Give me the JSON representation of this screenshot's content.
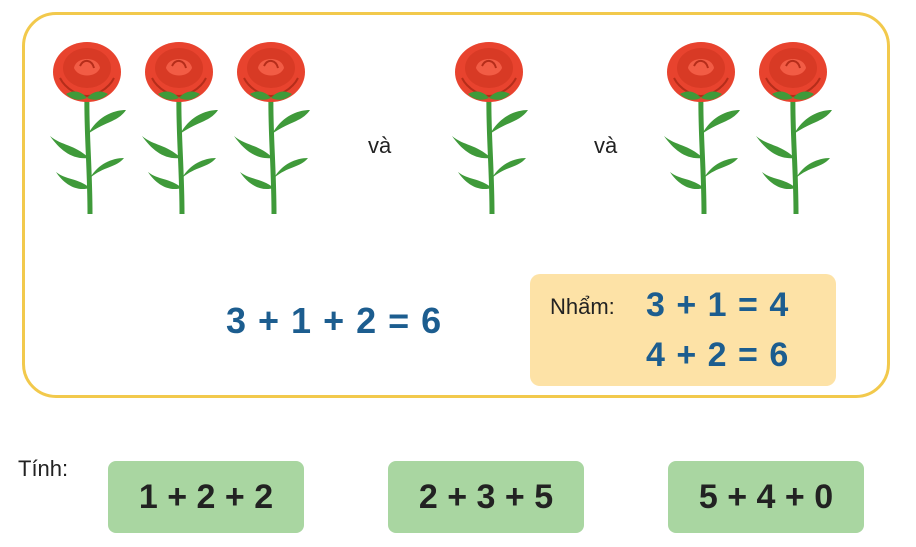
{
  "example": {
    "connector_1": "và",
    "connector_2": "và",
    "equation": "3 + 1 + 2 = 6",
    "mental": {
      "label": "Nhẩm:",
      "step_1": "3 + 1 = 4",
      "step_2": "4 + 2 = 6"
    }
  },
  "rose_groups": [
    3,
    1,
    2
  ],
  "exercise": {
    "label": "Tính:",
    "items": [
      "1 + 2 + 2",
      "2 + 3 + 5",
      "5 + 4 + 0"
    ]
  },
  "colors": {
    "frame_border": "#f2c94c",
    "equation_blue": "#1c5d8f",
    "mental_box": "#fde2a6",
    "exercise_box": "#a9d6a1",
    "rose_red": "#e8432e",
    "stem_green": "#3f9a3a"
  }
}
